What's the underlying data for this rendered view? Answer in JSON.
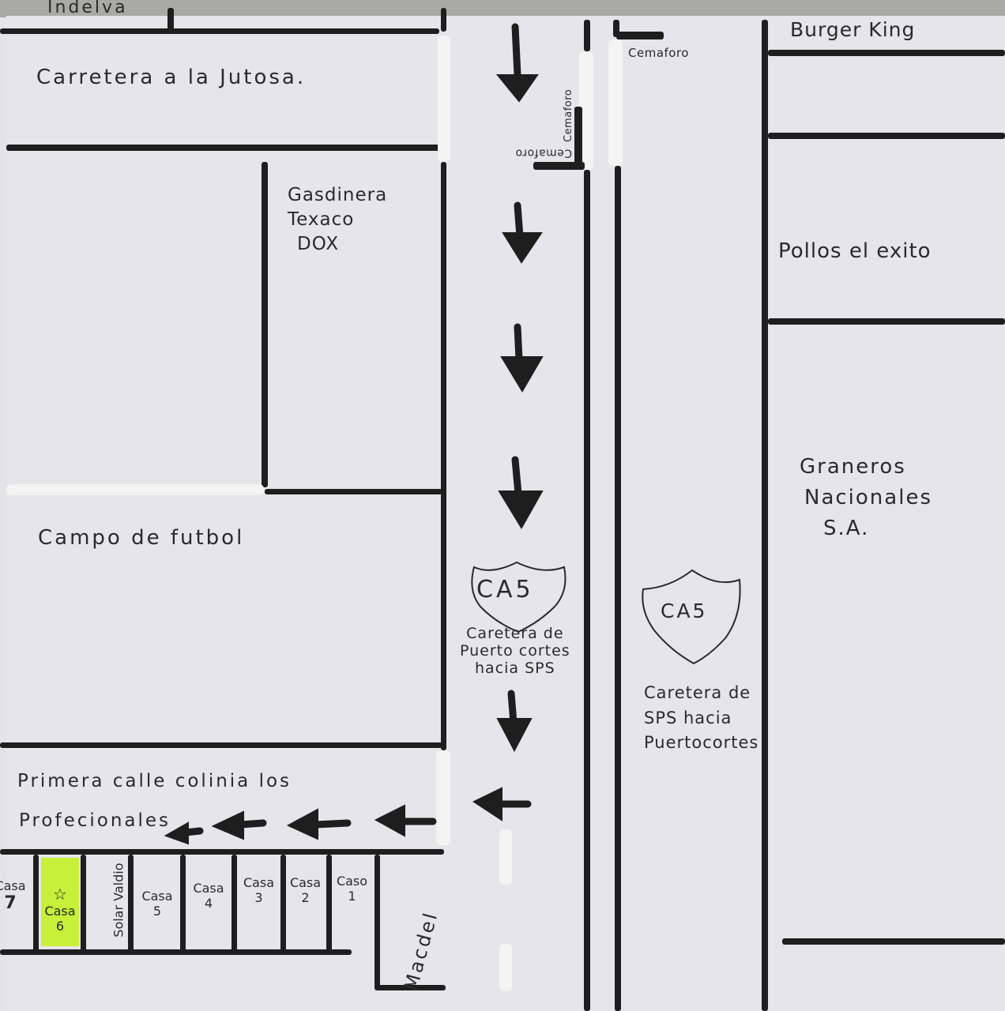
{
  "colors": {
    "ink": "#1e1e1e",
    "paper": "#e6e5ea",
    "highlight": "#c6f03a"
  },
  "labels": {
    "indelva": "Indelva",
    "carretera_jutosa": "Carretera a la Jutosa.",
    "gasolinera": [
      "Gasdinera",
      "Texaco",
      "DOX"
    ],
    "campo": "Campo de futbol",
    "burger_king": "Burger King",
    "pollos": "Pollos el exito",
    "graneros": [
      "Graneros",
      "Nacionales",
      "S.A."
    ],
    "semaforo_top": "Cemaforo",
    "semaforo_vert": "Cemaforo",
    "semaforo_left": "Cemaforo",
    "ca5_left": "CA5",
    "ca5_right": "CA5",
    "road_south": [
      "Caretera de",
      "Puerto cortes",
      "hacia SPS"
    ],
    "road_north": [
      "Caretera de",
      "SPS hacia",
      "Puertocortes"
    ],
    "primera_calle": "Primera calle colinia los",
    "profesionales": "Profecionales",
    "macdel": "Macdel"
  },
  "houses": [
    {
      "name": "Casa",
      "num": "7"
    },
    {
      "name": "Casa",
      "num": "6",
      "icon": "star-icon"
    },
    {
      "name": "Solar Valdio",
      "num": ""
    },
    {
      "name": "Casa",
      "num": "5"
    },
    {
      "name": "Casa",
      "num": "4"
    },
    {
      "name": "Casa",
      "num": "3"
    },
    {
      "name": "Casa",
      "num": "2"
    },
    {
      "name": "Caso",
      "num": "1"
    }
  ]
}
